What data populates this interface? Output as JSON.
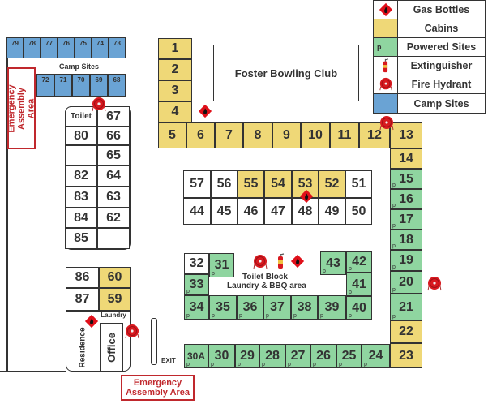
{
  "legend": [
    {
      "label": "Gas Bottles",
      "icon": "gas-bottle-icon"
    },
    {
      "label": "Cabins",
      "swatch": "cabin"
    },
    {
      "label": "Powered Sites",
      "swatch": "powered",
      "marker": "p"
    },
    {
      "label": "Extinguisher",
      "icon": "extinguisher-icon"
    },
    {
      "label": "Fire Hydrant",
      "icon": "fire-hydrant-icon"
    },
    {
      "label": "Camp Sites",
      "swatch": "camp"
    }
  ],
  "colors": {
    "cabin": "#efd877",
    "powered": "#8fd5a0",
    "camp": "#6aa3d4",
    "emergency": "#c0282d",
    "hazard": "#e0101a"
  },
  "buildings": {
    "bowling_club": "Foster Bowling Club",
    "toilet_block": "Toilet Block",
    "toilet_block_sub": "Laundry & BBQ area",
    "laundry": "Laundry",
    "residence": "Residence",
    "office": "Office",
    "exit": "EXIT",
    "toilet": "Toilet"
  },
  "camp_sites_label": "Camp Sites",
  "camp_sites": [
    "79",
    "78",
    "77",
    "76",
    "75",
    "74",
    "73",
    "72",
    "71",
    "70",
    "69",
    "68"
  ],
  "emergency": {
    "left": "Emergency Assembly Area",
    "bottom_line1": "Emergency",
    "bottom_line2": "Assembly Area"
  },
  "powered_marker": "p",
  "sites": [
    {
      "label": "1",
      "type": "cabin"
    },
    {
      "label": "2",
      "type": "cabin"
    },
    {
      "label": "3",
      "type": "cabin"
    },
    {
      "label": "4",
      "type": "cabin"
    },
    {
      "label": "5",
      "type": "cabin"
    },
    {
      "label": "6",
      "type": "cabin"
    },
    {
      "label": "7",
      "type": "cabin"
    },
    {
      "label": "8",
      "type": "cabin"
    },
    {
      "label": "9",
      "type": "cabin"
    },
    {
      "label": "10",
      "type": "cabin"
    },
    {
      "label": "11",
      "type": "cabin"
    },
    {
      "label": "12",
      "type": "cabin"
    },
    {
      "label": "13",
      "type": "cabin"
    },
    {
      "label": "14",
      "type": "cabin"
    },
    {
      "label": "15",
      "type": "powered"
    },
    {
      "label": "16",
      "type": "powered"
    },
    {
      "label": "17",
      "type": "powered"
    },
    {
      "label": "18",
      "type": "powered"
    },
    {
      "label": "19",
      "type": "powered"
    },
    {
      "label": "20",
      "type": "powered"
    },
    {
      "label": "21",
      "type": "powered"
    },
    {
      "label": "22",
      "type": "cabin"
    },
    {
      "label": "23",
      "type": "cabin"
    },
    {
      "label": "24",
      "type": "powered"
    },
    {
      "label": "25",
      "type": "powered"
    },
    {
      "label": "26",
      "type": "powered"
    },
    {
      "label": "27",
      "type": "powered"
    },
    {
      "label": "28",
      "type": "powered"
    },
    {
      "label": "29",
      "type": "powered"
    },
    {
      "label": "30",
      "type": "powered"
    },
    {
      "label": "30A",
      "type": "powered"
    },
    {
      "label": "31",
      "type": "powered"
    },
    {
      "label": "32",
      "type": "standard"
    },
    {
      "label": "33",
      "type": "powered"
    },
    {
      "label": "34",
      "type": "powered"
    },
    {
      "label": "35",
      "type": "powered"
    },
    {
      "label": "36",
      "type": "powered"
    },
    {
      "label": "37",
      "type": "powered"
    },
    {
      "label": "38",
      "type": "powered"
    },
    {
      "label": "39",
      "type": "powered"
    },
    {
      "label": "40",
      "type": "powered"
    },
    {
      "label": "41",
      "type": "powered"
    },
    {
      "label": "42",
      "type": "powered"
    },
    {
      "label": "43",
      "type": "powered"
    },
    {
      "label": "44",
      "type": "standard"
    },
    {
      "label": "45",
      "type": "standard"
    },
    {
      "label": "46",
      "type": "standard"
    },
    {
      "label": "47",
      "type": "standard"
    },
    {
      "label": "48",
      "type": "standard"
    },
    {
      "label": "49",
      "type": "standard"
    },
    {
      "label": "50",
      "type": "standard"
    },
    {
      "label": "51",
      "type": "standard"
    },
    {
      "label": "52",
      "type": "cabin"
    },
    {
      "label": "53",
      "type": "cabin"
    },
    {
      "label": "54",
      "type": "cabin"
    },
    {
      "label": "55",
      "type": "cabin"
    },
    {
      "label": "56",
      "type": "standard"
    },
    {
      "label": "57",
      "type": "standard"
    },
    {
      "label": "59",
      "type": "cabin"
    },
    {
      "label": "60",
      "type": "cabin"
    },
    {
      "label": "62",
      "type": "standard"
    },
    {
      "label": "63",
      "type": "standard"
    },
    {
      "label": "64",
      "type": "standard"
    },
    {
      "label": "65",
      "type": "standard"
    },
    {
      "label": "66",
      "type": "standard"
    },
    {
      "label": "67",
      "type": "standard"
    },
    {
      "label": "80",
      "type": "standard"
    },
    {
      "label": "82",
      "type": "standard"
    },
    {
      "label": "83",
      "type": "standard"
    },
    {
      "label": "84",
      "type": "standard"
    },
    {
      "label": "85",
      "type": "standard"
    },
    {
      "label": "86",
      "type": "standard"
    },
    {
      "label": "87",
      "type": "standard"
    }
  ]
}
